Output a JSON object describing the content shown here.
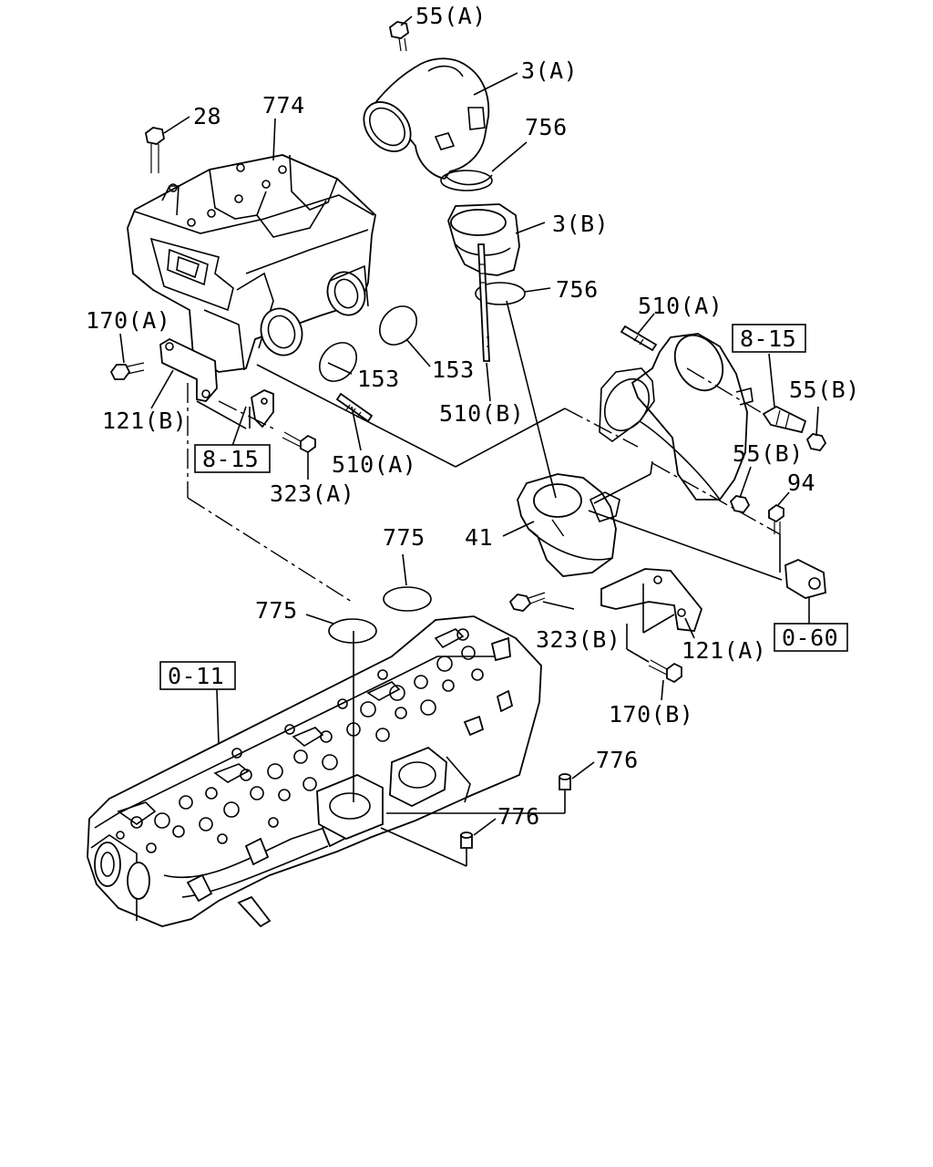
{
  "labels": {
    "p55a": "55(A)",
    "p3a": "3(A)",
    "p756a": "756",
    "p3b": "3(B)",
    "p756b": "756",
    "p774": "774",
    "p28": "28",
    "p170a": "170(A)",
    "p121b": "121(B)",
    "p153a": "153",
    "p153b": "153",
    "p510b": "510(B)",
    "p510a_top": "510(A)",
    "p815_right": "8-15",
    "p55b_top": "55(B)",
    "p55b_mid": "55(B)",
    "p94": "94",
    "p815_left": "8-15",
    "p323a": "323(A)",
    "p510a_mid": "510(A)",
    "p41": "41",
    "p775_right": "775",
    "p775_left": "775",
    "p323b": "323(B)",
    "p121a": "121(A)",
    "p060": "0-60",
    "p011": "0-11",
    "p170b": "170(B)",
    "p776_top": "776",
    "p776_bottom": "776"
  }
}
